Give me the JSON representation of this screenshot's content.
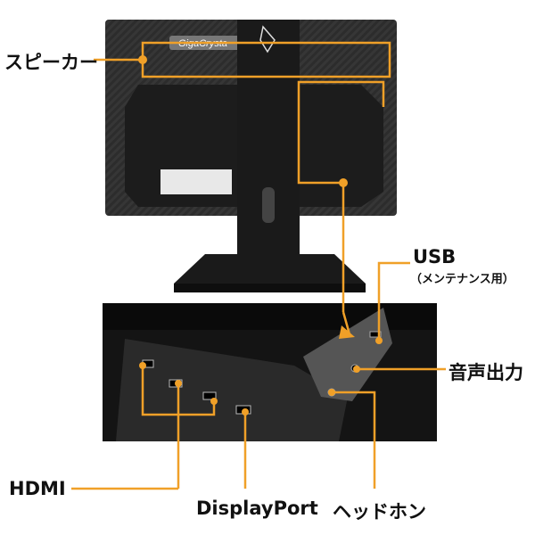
{
  "logo_text": "GigaCrysta",
  "labels": {
    "speaker": "スピーカー",
    "usb": "USB",
    "usb_note": "（メンテナンス用）",
    "audio_out": "音声出力",
    "hdmi": "HDMI",
    "displayport": "DisplayPort",
    "headphone": "ヘッドホン"
  },
  "colors": {
    "accent": "#f0a028",
    "monitor": "#2a2a2a"
  }
}
